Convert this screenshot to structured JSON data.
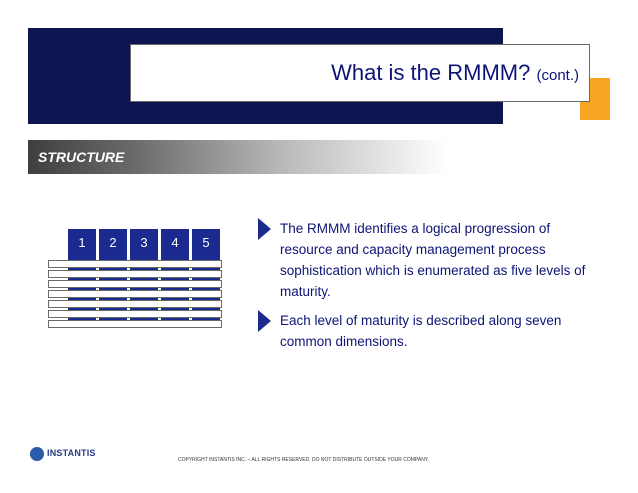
{
  "header": {
    "title": "What is the RMMM?",
    "title_suffix": "(cont.)"
  },
  "section": {
    "label": "STRUCTURE"
  },
  "grid": {
    "levels": [
      "1",
      "2",
      "3",
      "4",
      "5"
    ],
    "dimension_count": 7
  },
  "bullets": [
    "The RMMM identifies a logical progression of resource and capacity management process sophistication which is enumerated as five levels of maturity.",
    "Each level of maturity is described along seven common dimensions."
  ],
  "footer": {
    "logo_text": "INSTANTIS",
    "copyright": "COPYRIGHT INSTANTIS INC. – ALL RIGHTS RESERVED. DO NOT DISTRIBUTE OUTSIDE YOUR COMPANY."
  },
  "colors": {
    "navy": "#0d1450",
    "accent_orange": "#f6a623",
    "title_blue": "#0d1476",
    "grid_blue": "#1a2a8e"
  }
}
